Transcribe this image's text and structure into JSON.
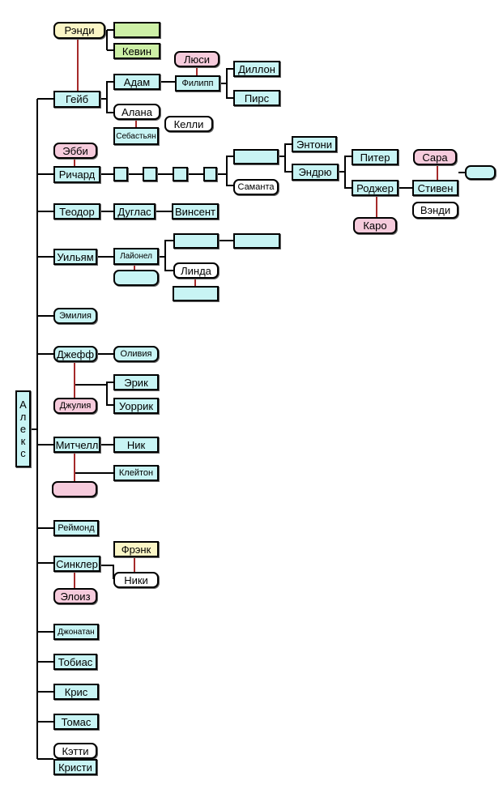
{
  "root": {
    "name": "Алекс"
  },
  "people": {
    "randi": "Рэнди",
    "blank_green": "",
    "kevin": "Кевин",
    "lyusi": "Люси",
    "gejb": "Гейб",
    "adam": "Адам",
    "filipp": "Филипп",
    "dillon": "Диллон",
    "pirs": "Пирс",
    "alana": "Алана",
    "kelli": "Келли",
    "sebastyan": "Себастьян",
    "ebbi": "Эбби",
    "richard": "Ричард",
    "blank_r1": "",
    "blank_r2": "",
    "blank_r3": "",
    "blank_r4": "",
    "blank_r5": "",
    "samanta": "Саманта",
    "entoni": "Энтони",
    "endryu": "Эндрю",
    "piter": "Питер",
    "rodzher": "Роджер",
    "sara": "Сара",
    "stiven": "Стивен",
    "blank_r6": "",
    "karo": "Каро",
    "vendi": "Вэнди",
    "teodor": "Теодор",
    "duglas": "Дуглас",
    "vinsent": "Винсент",
    "uilyam": "Уильям",
    "lajonel": "Лайонел",
    "blank_u1": "",
    "blank_u2": "",
    "blank_u3": "",
    "linda": "Линда",
    "blank_u4": "",
    "emiliya": "Эмилия",
    "dzheff": "Джефф",
    "oliviya": "Оливия",
    "erik": "Эрик",
    "dzhuliya": "Джулия",
    "uorrik": "Уоррик",
    "mitchell": "Митчелл",
    "nik": "Ник",
    "klejton": "Клейтон",
    "blank_m1": "",
    "rejmond": "Реймонд",
    "frenk": "Фрэнк",
    "sinkler": "Синклер",
    "niki": "Ники",
    "eloiz": "Элоиз",
    "dzhonatan": "Джонатан",
    "tobias": "Тобиас",
    "kris": "Крис",
    "tomas": "Томас",
    "ketti": "Кэтти",
    "kristi": "Кристи"
  },
  "colors": {
    "male": "#c8f4f4",
    "female": "#f6cbdc",
    "partner": "#fbf6c6",
    "green": "#cdf0a6",
    "tree_line": "#000000",
    "spouse_line": "#a52a2a"
  }
}
